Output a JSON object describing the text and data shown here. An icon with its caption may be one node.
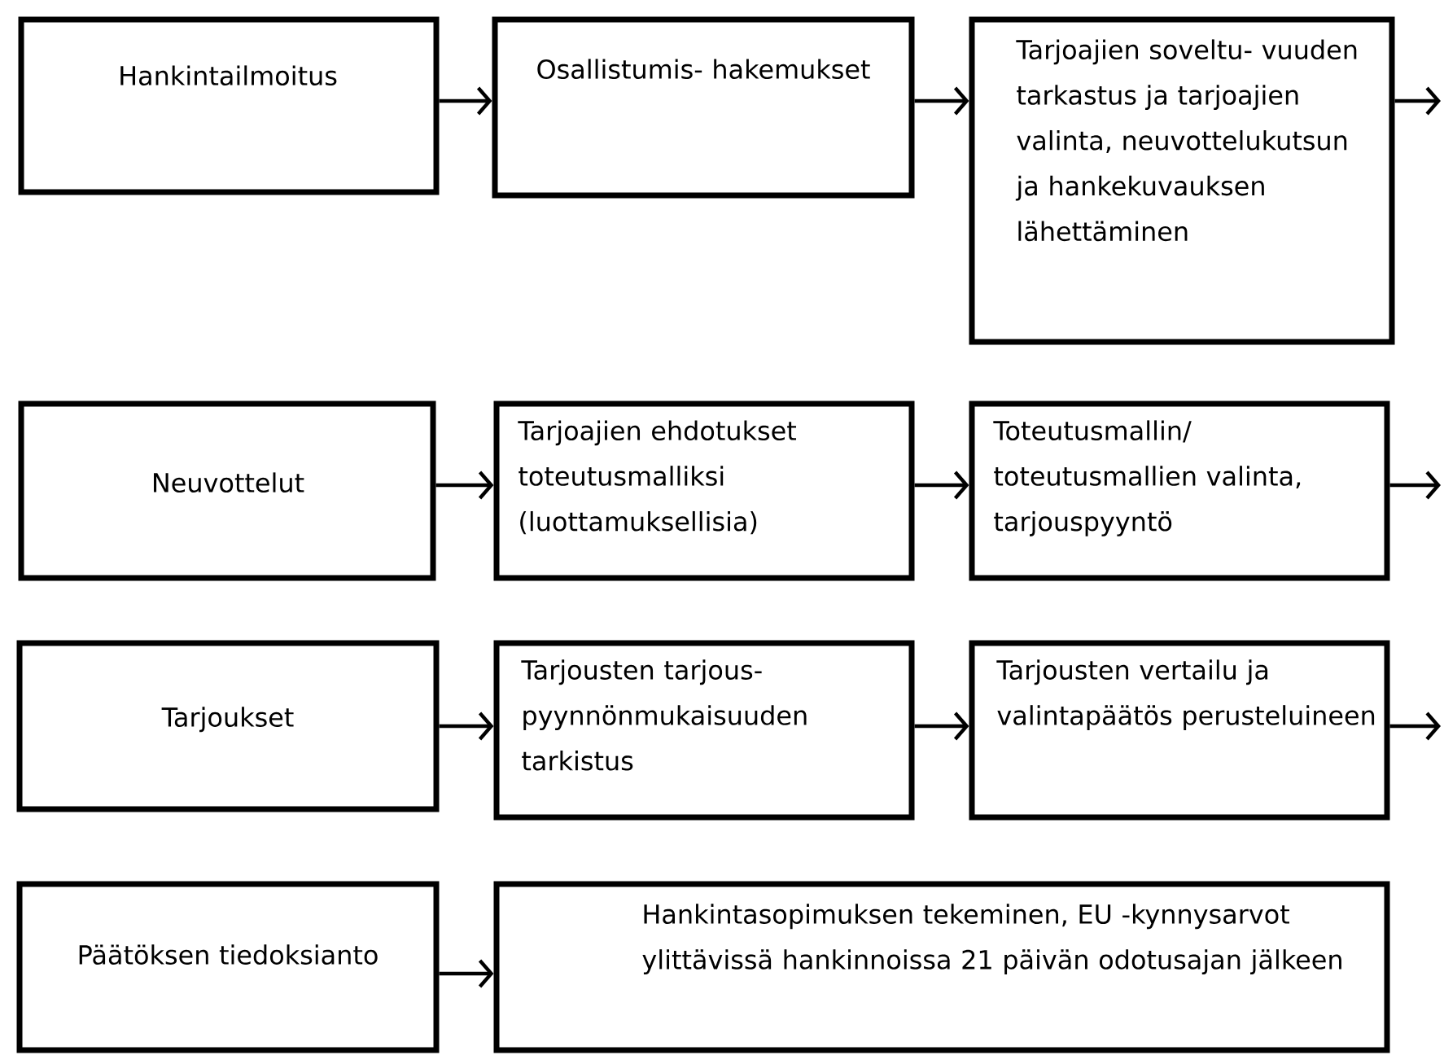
{
  "diagram": {
    "nodes": [
      {
        "text": [
          "Hankintailmoitus"
        ]
      },
      {
        "text": [
          "Osallistumis- hakemukset"
        ]
      },
      {
        "text": [
          "Tarjoajien soveltu- vuuden tarkastus ja tarjoajien valinta, neuvottelukutsun ja hankekuvauksen lähettäminen"
        ]
      },
      {
        "text": [
          "Neuvottelut"
        ]
      },
      {
        "text": [
          "Tarjoajien ehdotukset toteutusmalliksi (luottamuksellisia)"
        ]
      },
      {
        "text": [
          "Toteutusmallin/ toteutusmallien valinta, tarjouspyyntö"
        ]
      },
      {
        "text": [
          "Tarjoukset"
        ]
      },
      {
        "text": [
          "Tarjousten tarjous- pyynnönmukaisuuden tarkistus"
        ]
      },
      {
        "text": [
          "Tarjousten vertailu ja valintapäätös perusteluineen"
        ]
      },
      {
        "text": [
          "Päätöksen tiedoksianto"
        ]
      },
      {
        "text": [
          "Hankintasopimuksen tekeminen, EU -kynnysarvot ylittävissä hankinnoissa 21 päivän odotusajan jälkeen"
        ]
      }
    ],
    "edges": [
      {
        "from": 0,
        "to": 1,
        "arrow": "to"
      },
      {
        "from": 1,
        "to": 2,
        "arrow": "to"
      },
      {
        "from": 2,
        "to": null,
        "arrow": "to"
      },
      {
        "from": 3,
        "to": 4,
        "arrow": "to"
      },
      {
        "from": 4,
        "to": 5,
        "arrow": "to"
      },
      {
        "from": 5,
        "to": null,
        "arrow": "to"
      },
      {
        "from": 6,
        "to": 7,
        "arrow": "to"
      },
      {
        "from": 7,
        "to": 8,
        "arrow": "to"
      },
      {
        "from": 8,
        "to": null,
        "arrow": "to"
      },
      {
        "from": 9,
        "to": 10,
        "arrow": "to"
      }
    ]
  }
}
